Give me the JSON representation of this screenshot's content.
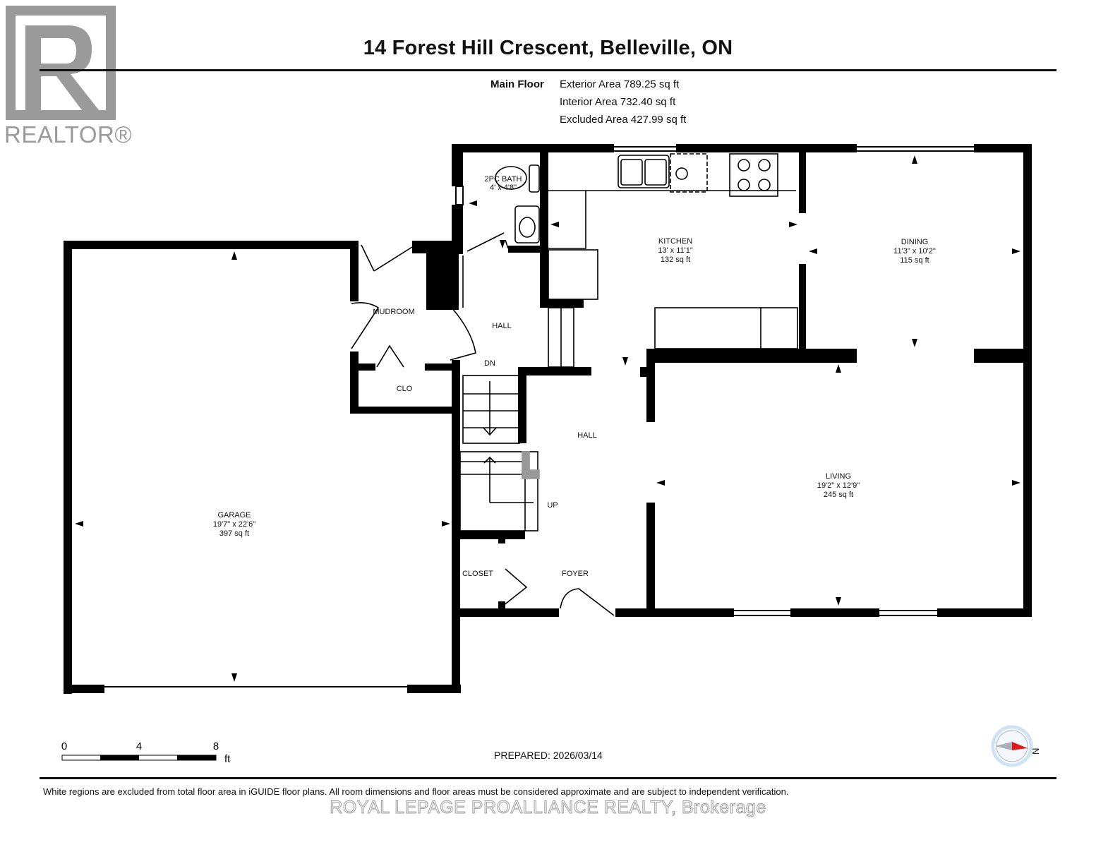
{
  "header": {
    "title": "14 Forest Hill Crescent, Belleville, ON",
    "floor_name": "Main Floor",
    "exterior_area": "Exterior Area 789.25 sq ft",
    "interior_area": "Interior Area 732.40 sq ft",
    "excluded_area": "Excluded Area 427.99 sq ft"
  },
  "logo": {
    "wordmark": "REALTOR®",
    "letter": "R"
  },
  "rooms": {
    "bath": {
      "name": "2PC BATH",
      "dims": "4' x 4'8\""
    },
    "kitchen": {
      "name": "KITCHEN",
      "dims": "13' x 11'1\"",
      "area": "132 sq ft"
    },
    "dining": {
      "name": "DINING",
      "dims": "11'3\" x 10'2\"",
      "area": "115 sq ft"
    },
    "mudroom": {
      "name": "MUDROOM"
    },
    "hall_upper": {
      "name": "HALL"
    },
    "dn": {
      "name": "DN"
    },
    "clo": {
      "name": "CLO"
    },
    "hall_lower": {
      "name": "HALL"
    },
    "up": {
      "name": "UP"
    },
    "living": {
      "name": "LIVING",
      "dims": "19'2\" x 12'9\"",
      "area": "245 sq ft"
    },
    "garage": {
      "name": "GARAGE",
      "dims": "19'7\" x 22'6\"",
      "area": "397 sq ft"
    },
    "closet": {
      "name": "CLOSET"
    },
    "foyer": {
      "name": "FOYER"
    }
  },
  "scale": {
    "labels": [
      "0",
      "4",
      "8"
    ],
    "unit": "ft"
  },
  "footer": {
    "prepared": "PREPARED: 2026/03/14",
    "disclaimer": "White regions are excluded from total floor area in iGUIDE floor plans. All room dimensions and floor areas must be considered approximate and are subject to independent verification.",
    "watermark": "ROYAL LEPAGE PROALLIANCE REALTY, Brokerage"
  },
  "compass": {
    "label": "N",
    "needle_color": "#e01b1b",
    "ring_color": "#cfe3f3"
  },
  "colors": {
    "wall": "#000000",
    "logo_gray": "#9a9a9a"
  }
}
